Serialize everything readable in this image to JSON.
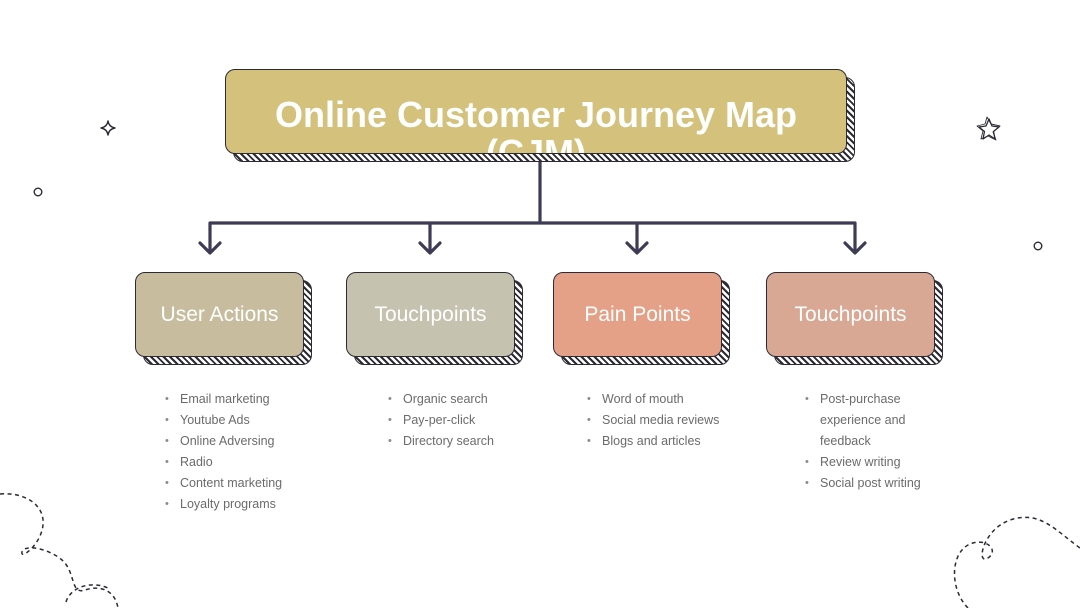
{
  "title": "Online Customer Journey Map (CJM)",
  "colors": {
    "title_fill": "#d3c17c",
    "card_1": "#c8bc9f",
    "card_2": "#c6c2b0",
    "card_3": "#e4a187",
    "card_4": "#d8a895",
    "outline": "#2d2a35",
    "item_text": "#6b6b6b"
  },
  "columns": [
    {
      "label": "User Actions",
      "items": [
        "Email marketing",
        "Youtube Ads",
        "Online Adversing",
        "Radio",
        "Content marketing",
        "Loyalty programs"
      ]
    },
    {
      "label": "Touchpoints",
      "items": [
        "Organic search",
        "Pay-per-click",
        "Directory search"
      ]
    },
    {
      "label": "Pain Points",
      "items": [
        "Word of mouth",
        "Social media reviews",
        "Blogs and articles"
      ]
    },
    {
      "label": "Touchpoints",
      "items": [
        "Post-purchase experience and feedback",
        "Review writing",
        "Social post writing"
      ]
    }
  ],
  "decorations": [
    "sparkle-icon",
    "star-icon",
    "small-circle",
    "dashed-swirl"
  ]
}
